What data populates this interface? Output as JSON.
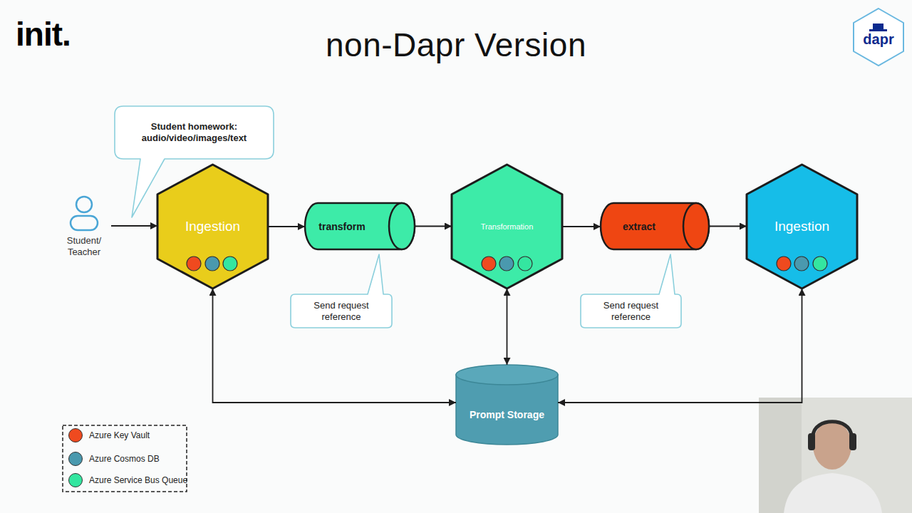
{
  "diagram": {
    "title": "non-Dapr Version",
    "nodes": [
      {
        "text": [
          "Student homework: audio/video/images/text"
        ]
      },
      {
        "text": [
          "Student/ Teacher"
        ]
      },
      {
        "text": [
          "Ingestion"
        ]
      },
      {
        "text": [
          "transform"
        ]
      },
      {
        "text": [
          "Transformation"
        ]
      },
      {
        "text": [
          "extract"
        ]
      },
      {
        "text": [
          "Ingestion"
        ]
      },
      {
        "text": [
          "Send request reference"
        ]
      },
      {
        "text": [
          "Send request reference"
        ]
      },
      {
        "text": [
          "Prompt Storage"
        ]
      }
    ],
    "edges": [
      {
        "from": 1,
        "to": 2,
        "arrow": "to"
      },
      {
        "from": 2,
        "to": 3,
        "arrow": "to"
      },
      {
        "from": 3,
        "to": 4,
        "arrow": "to"
      },
      {
        "from": 4,
        "to": 5,
        "arrow": "to"
      },
      {
        "from": 5,
        "to": 6,
        "arrow": "to"
      },
      {
        "from": 4,
        "to": 9,
        "arrow": "both"
      },
      {
        "from": 2,
        "to": 9,
        "arrow": "both"
      },
      {
        "from": 6,
        "to": 9,
        "arrow": "both"
      }
    ],
    "labels": [
      "init.",
      "dapr"
    ],
    "legend": [
      {
        "text": "Azure Key Vault",
        "color": "#ef4a1f"
      },
      {
        "text": "Azure Cosmos DB",
        "color": "#4a99ae"
      },
      {
        "text": "Azure Service Bus Queue",
        "color": "#34e6a0"
      }
    ]
  }
}
